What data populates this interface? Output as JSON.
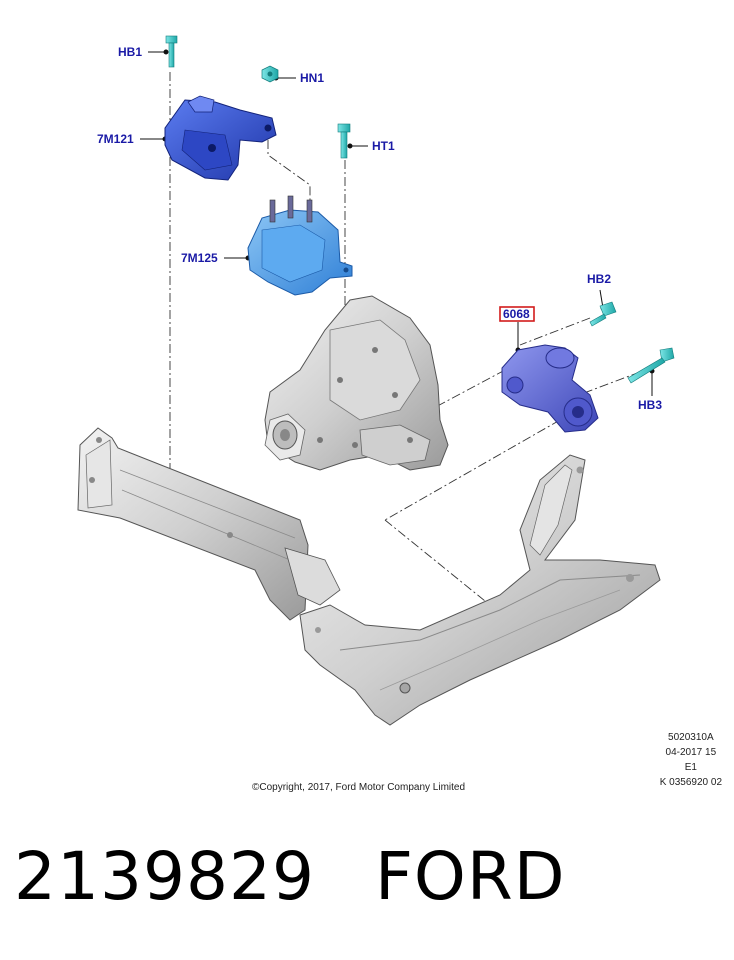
{
  "callouts": {
    "hb1": "HB1",
    "hn1": "HN1",
    "m121": "7M121",
    "ht1": "HT1",
    "m125": "7M125",
    "hb2": "HB2",
    "p6068": "6068",
    "hb3": "HB3"
  },
  "meta": {
    "illustration_id": "5020310A",
    "date": "04-2017 15",
    "edition": "E1",
    "reference": "K 0356920 02"
  },
  "copyright": "©Copyright, 2017, Ford Motor Company Limited",
  "footer": {
    "part_number": "2139829",
    "brand": "FORD"
  },
  "colors": {
    "mount_blue": "#3a5bd8",
    "mount_light_blue": "#4a9ee8",
    "bolt_cyan": "#3fc9c9",
    "callout_text": "#1a1aa6",
    "highlight_red": "#d21c1c",
    "metal_gray": "#c9c9c9"
  }
}
